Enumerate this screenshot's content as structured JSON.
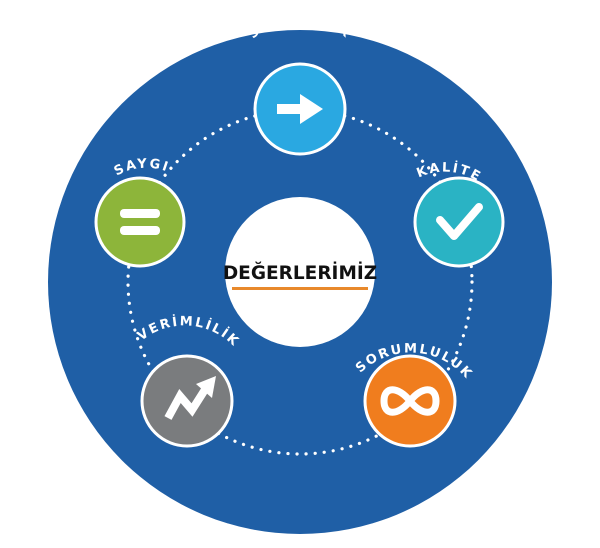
{
  "center": {
    "title": "DEĞERLERİMİZ",
    "underline_color": "#e8892b"
  },
  "colors": {
    "outer_circle": "#1f5fa6",
    "inner_circle": "#ffffff",
    "ring_dots": "#ffffff",
    "label_text": "#ffffff",
    "title_text": "#111111"
  },
  "values": [
    {
      "id": "sureklilik",
      "label": "SÜREKLİLİK",
      "color": "#2aa8e1",
      "icon": "arrow-right-icon"
    },
    {
      "id": "kalite",
      "label": "KALİTE",
      "color": "#2ab3c4",
      "icon": "checkmark-icon"
    },
    {
      "id": "sorumluluk",
      "label": "SORUMLULUK",
      "color": "#f07d1e",
      "icon": "infinity-icon"
    },
    {
      "id": "verimlilik",
      "label": "VERİMLİLİK",
      "color": "#7a7c7e",
      "icon": "growth-arrow-icon"
    },
    {
      "id": "saygi",
      "label": "SAYGI",
      "color": "#8db53a",
      "icon": "equals-icon"
    }
  ]
}
